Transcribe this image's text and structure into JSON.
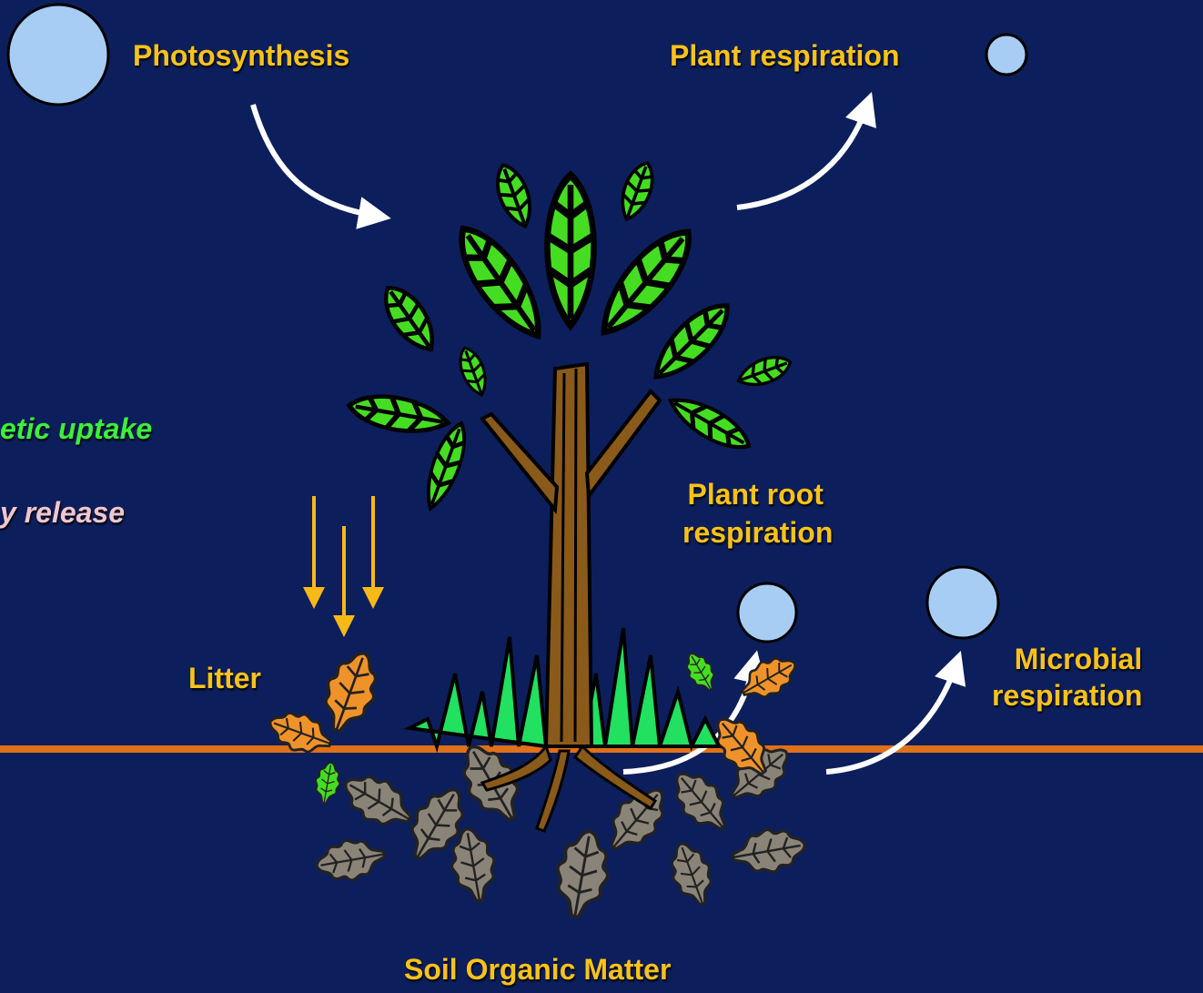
{
  "labels": {
    "photosynthesis": "Photosynthesis",
    "plant_respiration": "Plant respiration",
    "uptake_partial": "etic uptake",
    "release_partial": "y release",
    "litter": "Litter",
    "root_resp_line1": "Plant root",
    "root_resp_line2": "respiration",
    "microbial_line1": "Microbial",
    "microbial_line2": "respiration",
    "soil": "Soil Organic Matter"
  },
  "colors": {
    "background": "#0c1f5c",
    "label": "#f9c21a",
    "uptake": "#3cf03c",
    "release": "#f0c6cf",
    "bubble": "#a8cdf5",
    "ground_line": "#e0701a",
    "arrow": "#ffffff",
    "litter_arrow": "#f9b915"
  }
}
